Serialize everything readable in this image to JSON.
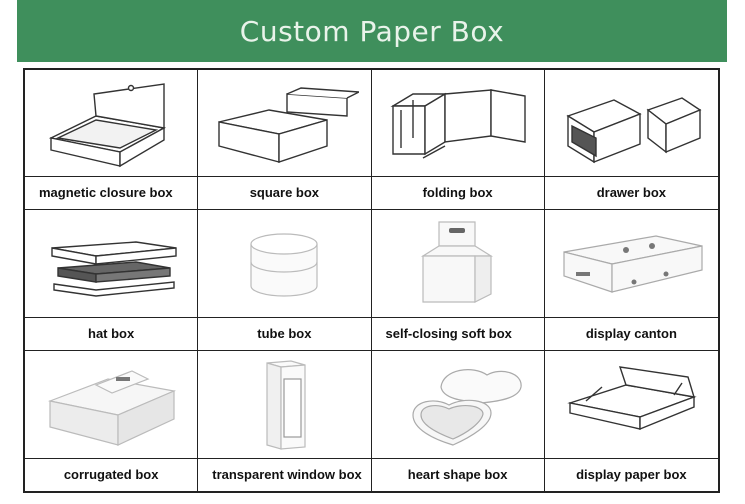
{
  "banner": {
    "title": "Custom Paper Box"
  },
  "items": [
    {
      "label": "magnetic closure box",
      "icon": "magnetic-closure-box-icon"
    },
    {
      "label": "square box",
      "icon": "square-box-icon"
    },
    {
      "label": "folding box",
      "icon": "folding-box-icon"
    },
    {
      "label": "drawer box",
      "icon": "drawer-box-icon"
    },
    {
      "label": "hat box",
      "icon": "hat-box-icon"
    },
    {
      "label": "tube box",
      "icon": "tube-box-icon"
    },
    {
      "label": "self-closing soft box",
      "icon": "self-closing-soft-box-icon"
    },
    {
      "label": "display canton",
      "icon": "display-canton-icon"
    },
    {
      "label": "corrugated box",
      "icon": "corrugated-box-icon"
    },
    {
      "label": "transparent window box",
      "icon": "transparent-window-box-icon"
    },
    {
      "label": "heart shape box",
      "icon": "heart-shape-box-icon"
    },
    {
      "label": "display  paper box",
      "icon": "display-paper-box-icon"
    }
  ]
}
